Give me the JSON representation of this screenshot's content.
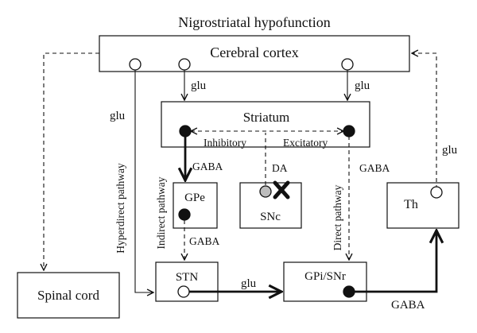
{
  "title": "Nigrostriatal hypofunction",
  "nodes": {
    "cortex": "Cerebral cortex",
    "striatum": "Striatum",
    "gpe": "GPe",
    "snc": "SNc",
    "th": "Th",
    "spinal": "Spinal cord",
    "stn": "STN",
    "gpi": "GPi/SNr"
  },
  "labels": {
    "inhibitory": "Inhibitory",
    "excitatory": "Excitatory",
    "glu_cortex_striatum_left": "glu",
    "glu_cortex_striatum_right": "glu",
    "glu_hyperdirect": "glu",
    "glu_th": "glu",
    "glu_stn_gpi": "glu",
    "gaba_str_gpe": "GABA",
    "da": "DA",
    "gaba_direct": "GABA",
    "gaba_gpe_stn": "GABA",
    "gaba_gpi_th": "GABA"
  },
  "pathways": {
    "hyperdirect": "Hyperdirect pathway",
    "indirect": "Indirect pathway",
    "direct": "Direct pathway"
  },
  "legend_semantics": {
    "open_circle": "excitatory (glutamatergic) neuron",
    "filled_circle": "inhibitory (GABAergic) neuron",
    "gray_circle": "dopaminergic neuron",
    "cross": "lesioned"
  }
}
